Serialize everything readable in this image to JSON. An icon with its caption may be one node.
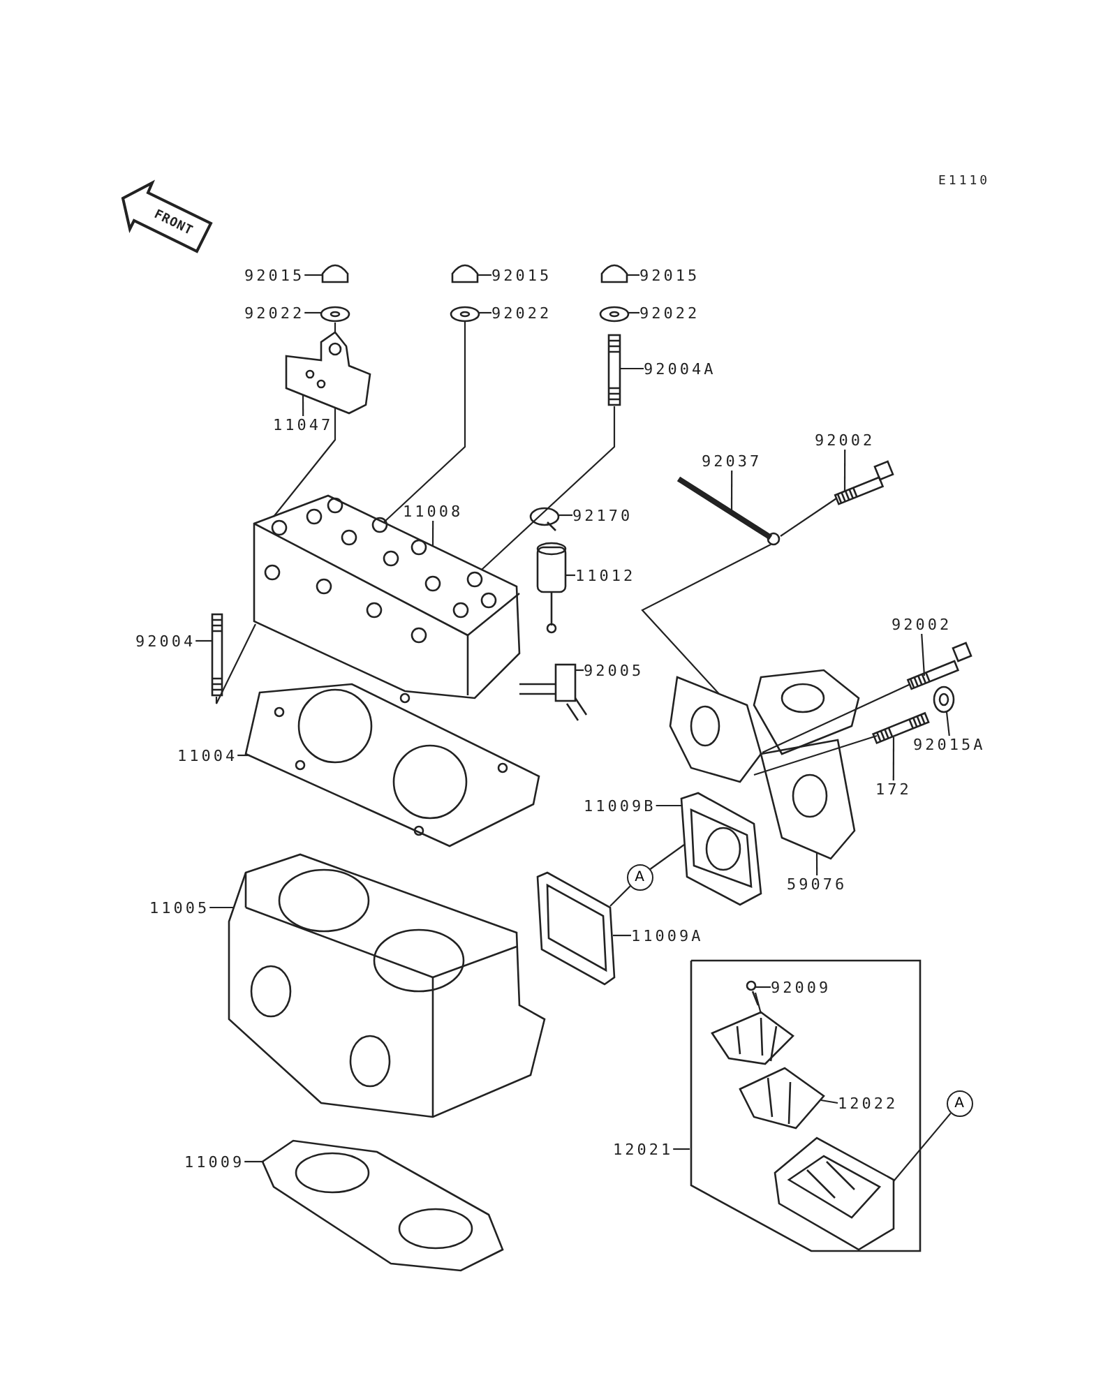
{
  "diagram": {
    "nodes": [
      {
        "text": [
          "92015"
        ]
      },
      {
        "text": [],
        "shape": "picture"
      },
      {
        "text": [
          "92015"
        ]
      },
      {
        "text": [],
        "shape": "picture"
      },
      {
        "text": [
          "92015"
        ]
      },
      {
        "text": [],
        "shape": "picture"
      },
      {
        "text": [
          "92022"
        ]
      },
      {
        "text": [],
        "shape": "picture"
      },
      {
        "text": [
          "92022"
        ]
      },
      {
        "text": [],
        "shape": "picture"
      },
      {
        "text": [
          "92022"
        ]
      },
      {
        "text": [],
        "shape": "picture"
      },
      {
        "text": [
          "92004A"
        ]
      },
      {
        "text": [],
        "shape": "picture"
      },
      {
        "text": [
          "11047"
        ]
      },
      {
        "text": [],
        "shape": "picture"
      },
      {
        "text": [
          "11008"
        ]
      },
      {
        "text": [],
        "shape": "picture"
      },
      {
        "text": [
          "92170"
        ]
      },
      {
        "text": [],
        "shape": "picture"
      },
      {
        "text": [
          "92037"
        ]
      },
      {
        "text": [],
        "shape": "picture"
      },
      {
        "text": [
          "92002"
        ]
      },
      {
        "text": [],
        "shape": "picture"
      },
      {
        "text": [
          "11012"
        ]
      },
      {
        "text": [],
        "shape": "picture"
      },
      {
        "text": [
          "92004"
        ]
      },
      {
        "text": [],
        "shape": "picture"
      },
      {
        "text": [
          "92002"
        ]
      },
      {
        "text": [],
        "shape": "picture"
      },
      {
        "text": [
          "92005"
        ]
      },
      {
        "text": [],
        "shape": "picture"
      },
      {
        "text": [
          "11004"
        ]
      },
      {
        "text": [],
        "shape": "picture"
      },
      {
        "text": [
          "92015A"
        ]
      },
      {
        "text": [],
        "shape": "picture"
      },
      {
        "text": [
          "172"
        ]
      },
      {
        "text": [],
        "shape": "picture"
      },
      {
        "text": [
          "11009B"
        ]
      },
      {
        "text": [],
        "shape": "picture"
      },
      {
        "text": [
          "59076"
        ]
      },
      {
        "text": [],
        "shape": "picture"
      },
      {
        "text": [
          "A"
        ]
      },
      {
        "text": [
          "11005"
        ]
      },
      {
        "text": [],
        "shape": "picture"
      },
      {
        "text": [
          "11009A"
        ]
      },
      {
        "text": [],
        "shape": "picture"
      },
      {
        "text": [],
        "shape": "box"
      },
      {
        "text": [
          "92009"
        ],
        "in": 47
      },
      {
        "text": [],
        "shape": "picture",
        "in": 47
      },
      {
        "text": [],
        "shape": "picture",
        "in": 47
      },
      {
        "text": [
          "12022"
        ],
        "in": 47
      },
      {
        "text": [],
        "shape": "picture",
        "in": 47
      },
      {
        "text": [],
        "shape": "picture",
        "in": 47
      },
      {
        "text": [
          "12021"
        ]
      },
      {
        "text": [
          "A"
        ]
      },
      {
        "text": [
          "11009"
        ]
      },
      {
        "text": [],
        "shape": "picture"
      }
    ],
    "edges": [
      {
        "from": 0,
        "to": 1,
        "arrow": "none"
      },
      {
        "from": 2,
        "to": 3,
        "arrow": "none"
      },
      {
        "from": 4,
        "to": 5,
        "arrow": "none"
      },
      {
        "from": 6,
        "to": 7,
        "arrow": "none"
      },
      {
        "from": 8,
        "to": 9,
        "arrow": "none"
      },
      {
        "from": 10,
        "to": 11,
        "arrow": "none"
      },
      {
        "from": 12,
        "to": 13,
        "arrow": "none"
      },
      {
        "from": 14,
        "to": 15,
        "arrow": "none"
      },
      {
        "from": 16,
        "to": 17,
        "arrow": "none"
      },
      {
        "from": 18,
        "to": 19,
        "arrow": "none"
      },
      {
        "from": 20,
        "to": 21,
        "arrow": "none"
      },
      {
        "from": 22,
        "to": 23,
        "arrow": "none"
      },
      {
        "from": 24,
        "to": 25,
        "arrow": "none"
      },
      {
        "from": 26,
        "to": 27,
        "arrow": "none"
      },
      {
        "from": 28,
        "to": 29,
        "arrow": "none"
      },
      {
        "from": 30,
        "to": 31,
        "arrow": "none"
      },
      {
        "from": 32,
        "to": 33,
        "arrow": "none"
      },
      {
        "from": 34,
        "to": 35,
        "arrow": "none"
      },
      {
        "from": 36,
        "to": 37,
        "arrow": "none"
      },
      {
        "from": 38,
        "to": 39,
        "arrow": "none"
      },
      {
        "from": 40,
        "to": 41,
        "arrow": "none"
      },
      {
        "from": 42,
        "to": 39,
        "arrow": "none"
      },
      {
        "from": 42,
        "to": 46,
        "arrow": "none"
      },
      {
        "from": 43,
        "to": 44,
        "arrow": "none"
      },
      {
        "from": 45,
        "to": 46,
        "arrow": "none"
      },
      {
        "from": 48,
        "to": 49,
        "arrow": "none"
      },
      {
        "from": 51,
        "to": 52,
        "arrow": "none"
      },
      {
        "from": 54,
        "to": 47,
        "arrow": "none"
      },
      {
        "from": 55,
        "to": 53,
        "arrow": "none"
      },
      {
        "from": 56,
        "to": 57,
        "arrow": "none"
      },
      {
        "from": 7,
        "to": 15,
        "arrow": "none"
      },
      {
        "from": 15,
        "to": 17,
        "arrow": "none"
      },
      {
        "from": 9,
        "to": 17,
        "arrow": "none"
      },
      {
        "from": 13,
        "to": 17,
        "arrow": "none"
      },
      {
        "from": 27,
        "to": 17,
        "arrow": "none"
      },
      {
        "from": 23,
        "to": 21,
        "arrow": "none"
      },
      {
        "from": 21,
        "to": 41,
        "arrow": "none"
      },
      {
        "from": 29,
        "to": 41,
        "arrow": "none"
      },
      {
        "from": 37,
        "to": 41,
        "arrow": "none"
      },
      {
        "from": 49,
        "to": 50,
        "arrow": "none"
      }
    ],
    "labels": [
      "E1110",
      "FRONT"
    ]
  }
}
